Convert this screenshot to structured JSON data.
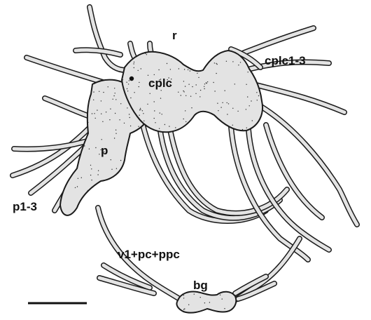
{
  "labels": {
    "r": "r",
    "cplc": "cplc",
    "cplc13": "cplc1-3",
    "p": "p",
    "p13": "p1-3",
    "visceral": "v1+pc+ppc",
    "bg": "bg"
  },
  "colors": {
    "tissue": "#e3e3e3",
    "outline": "#1a1a1a"
  }
}
